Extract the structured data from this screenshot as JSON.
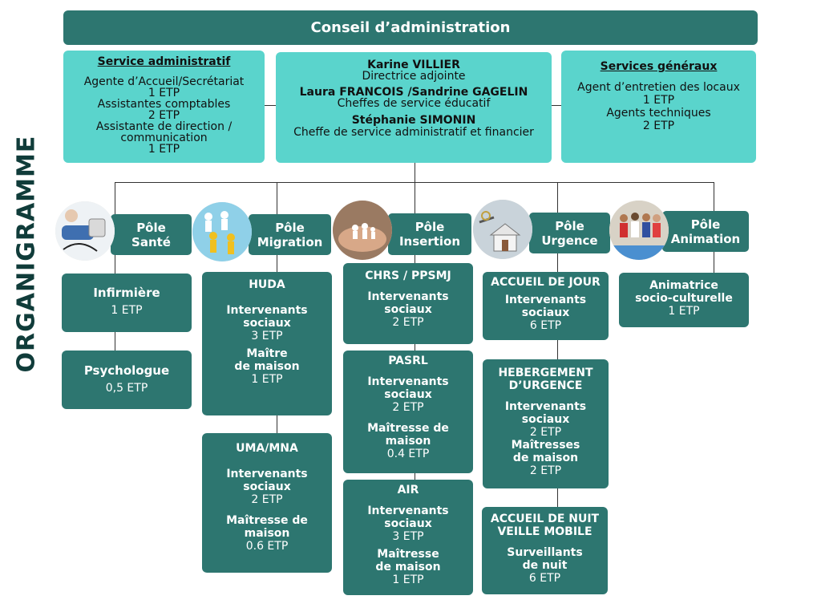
{
  "side_title": "ORGANIGRAMME",
  "board": "Conseil d’administration",
  "admin": {
    "title": "Service administratif",
    "lines": [
      "Agente d’Accueil/Secrétariat",
      "1 ETP",
      "Assistantes comptables",
      "2 ETP",
      "Assistante de direction /",
      "communication",
      "1 ETP"
    ]
  },
  "direction": {
    "p1_name": "Karine VILLIER",
    "p1_role": "Directrice adjointe",
    "p2_name": "Laura FRANCOIS /Sandrine GAGELIN",
    "p2_role": "Cheffes de service éducatif",
    "p3_name": "Stéphanie SIMONIN",
    "p3_role": "Cheffe de service administratif et financier"
  },
  "general": {
    "title": "Services généraux",
    "lines": [
      "Agent d’entretien des locaux",
      "1 ETP",
      "Agents techniques",
      "2 ETP"
    ]
  },
  "poles": [
    {
      "l1": "Pôle",
      "l2": "Santé"
    },
    {
      "l1": "Pôle",
      "l2": "Migration"
    },
    {
      "l1": "Pôle",
      "l2": "Insertion"
    },
    {
      "l1": "Pôle",
      "l2": "Urgence"
    },
    {
      "l1": "Pôle",
      "l2": "Animation"
    }
  ],
  "sante": {
    "infirmiere": {
      "title": "Infirmière",
      "etp": "1 ETP"
    },
    "psychologue": {
      "title": "Psychologue",
      "etp": "0,5 ETP"
    }
  },
  "migration": {
    "huda": {
      "title": "HUDA",
      "r1a": "Intervenants",
      "r1b": "sociaux",
      "r1etp": "3 ETP",
      "r2a": "Maître",
      "r2b": "de maison",
      "r2etp": "1 ETP"
    },
    "uma": {
      "title": "UMA/MNA",
      "r1a": "Intervenants",
      "r1b": "sociaux",
      "r1etp": "2 ETP",
      "r2a": "Maîtresse de",
      "r2b": "maison",
      "r2etp": "0.6 ETP"
    }
  },
  "insertion": {
    "chrs": {
      "title": "CHRS / PPSMJ",
      "r1a": "Intervenants",
      "r1b": "sociaux",
      "r1etp": "2 ETP"
    },
    "pasrl": {
      "title": "PASRL",
      "r1a": "Intervenants",
      "r1b": "sociaux",
      "r1etp": "2 ETP",
      "r2a": "Maîtresse de",
      "r2b": "maison",
      "r2etp": "0.4 ETP"
    },
    "air": {
      "title": "AIR",
      "r1a": "Intervenants",
      "r1b": "sociaux",
      "r1etp": "3 ETP",
      "r2a": "Maîtresse",
      "r2b": "de maison",
      "r2etp": "1 ETP"
    }
  },
  "urgence": {
    "accueil_jour": {
      "title": "ACCUEIL DE JOUR",
      "r1a": "Intervenants",
      "r1b": "sociaux",
      "r1etp": "6 ETP"
    },
    "hebergement": {
      "title1": "HEBERGEMENT",
      "title2": "D’URGENCE",
      "r1a": "Intervenants",
      "r1b": "sociaux",
      "r1etp": "2 ETP",
      "r2a": "Maîtresses",
      "r2b": "de maison",
      "r2etp": "2 ETP"
    },
    "nuit": {
      "title1": "ACCUEIL DE NUIT",
      "title2": "VEILLE MOBILE",
      "r1a": "Surveillants",
      "r1b": "de nuit",
      "r1etp": "6 ETP"
    }
  },
  "animation": {
    "animatrice": {
      "t1": "Animatrice",
      "t2": "socio-culturelle",
      "etp": "1 ETP"
    }
  },
  "icons": [
    "blood-pressure-photo",
    "paper-people-photo",
    "hands-family-photo",
    "house-keys-photo",
    "team-photo"
  ]
}
